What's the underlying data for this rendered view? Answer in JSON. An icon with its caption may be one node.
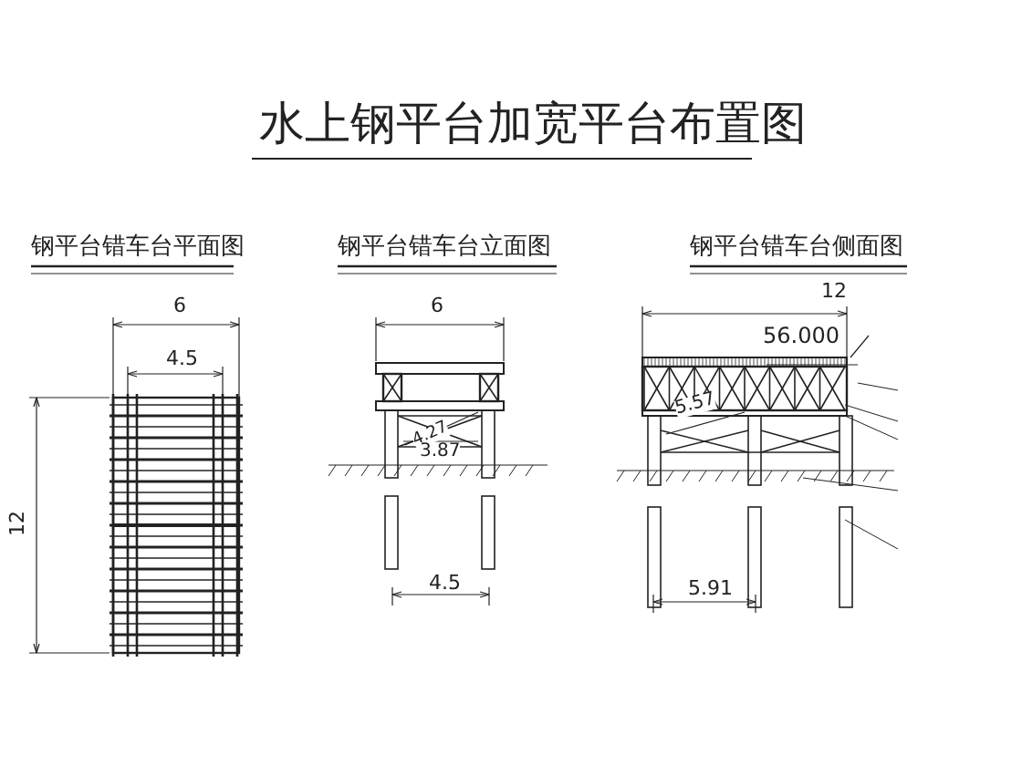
{
  "diagram": {
    "title": "水上钢平台加宽平台布置图",
    "labels": [
      "钢平台错车台平面图",
      "钢平台错车台立面图",
      "钢平台错车台侧面图",
      "6",
      "4.5",
      "12",
      "6",
      "4.27",
      "3.87",
      "4.5",
      "12",
      "56.000",
      "5.57",
      "5.91"
    ]
  }
}
